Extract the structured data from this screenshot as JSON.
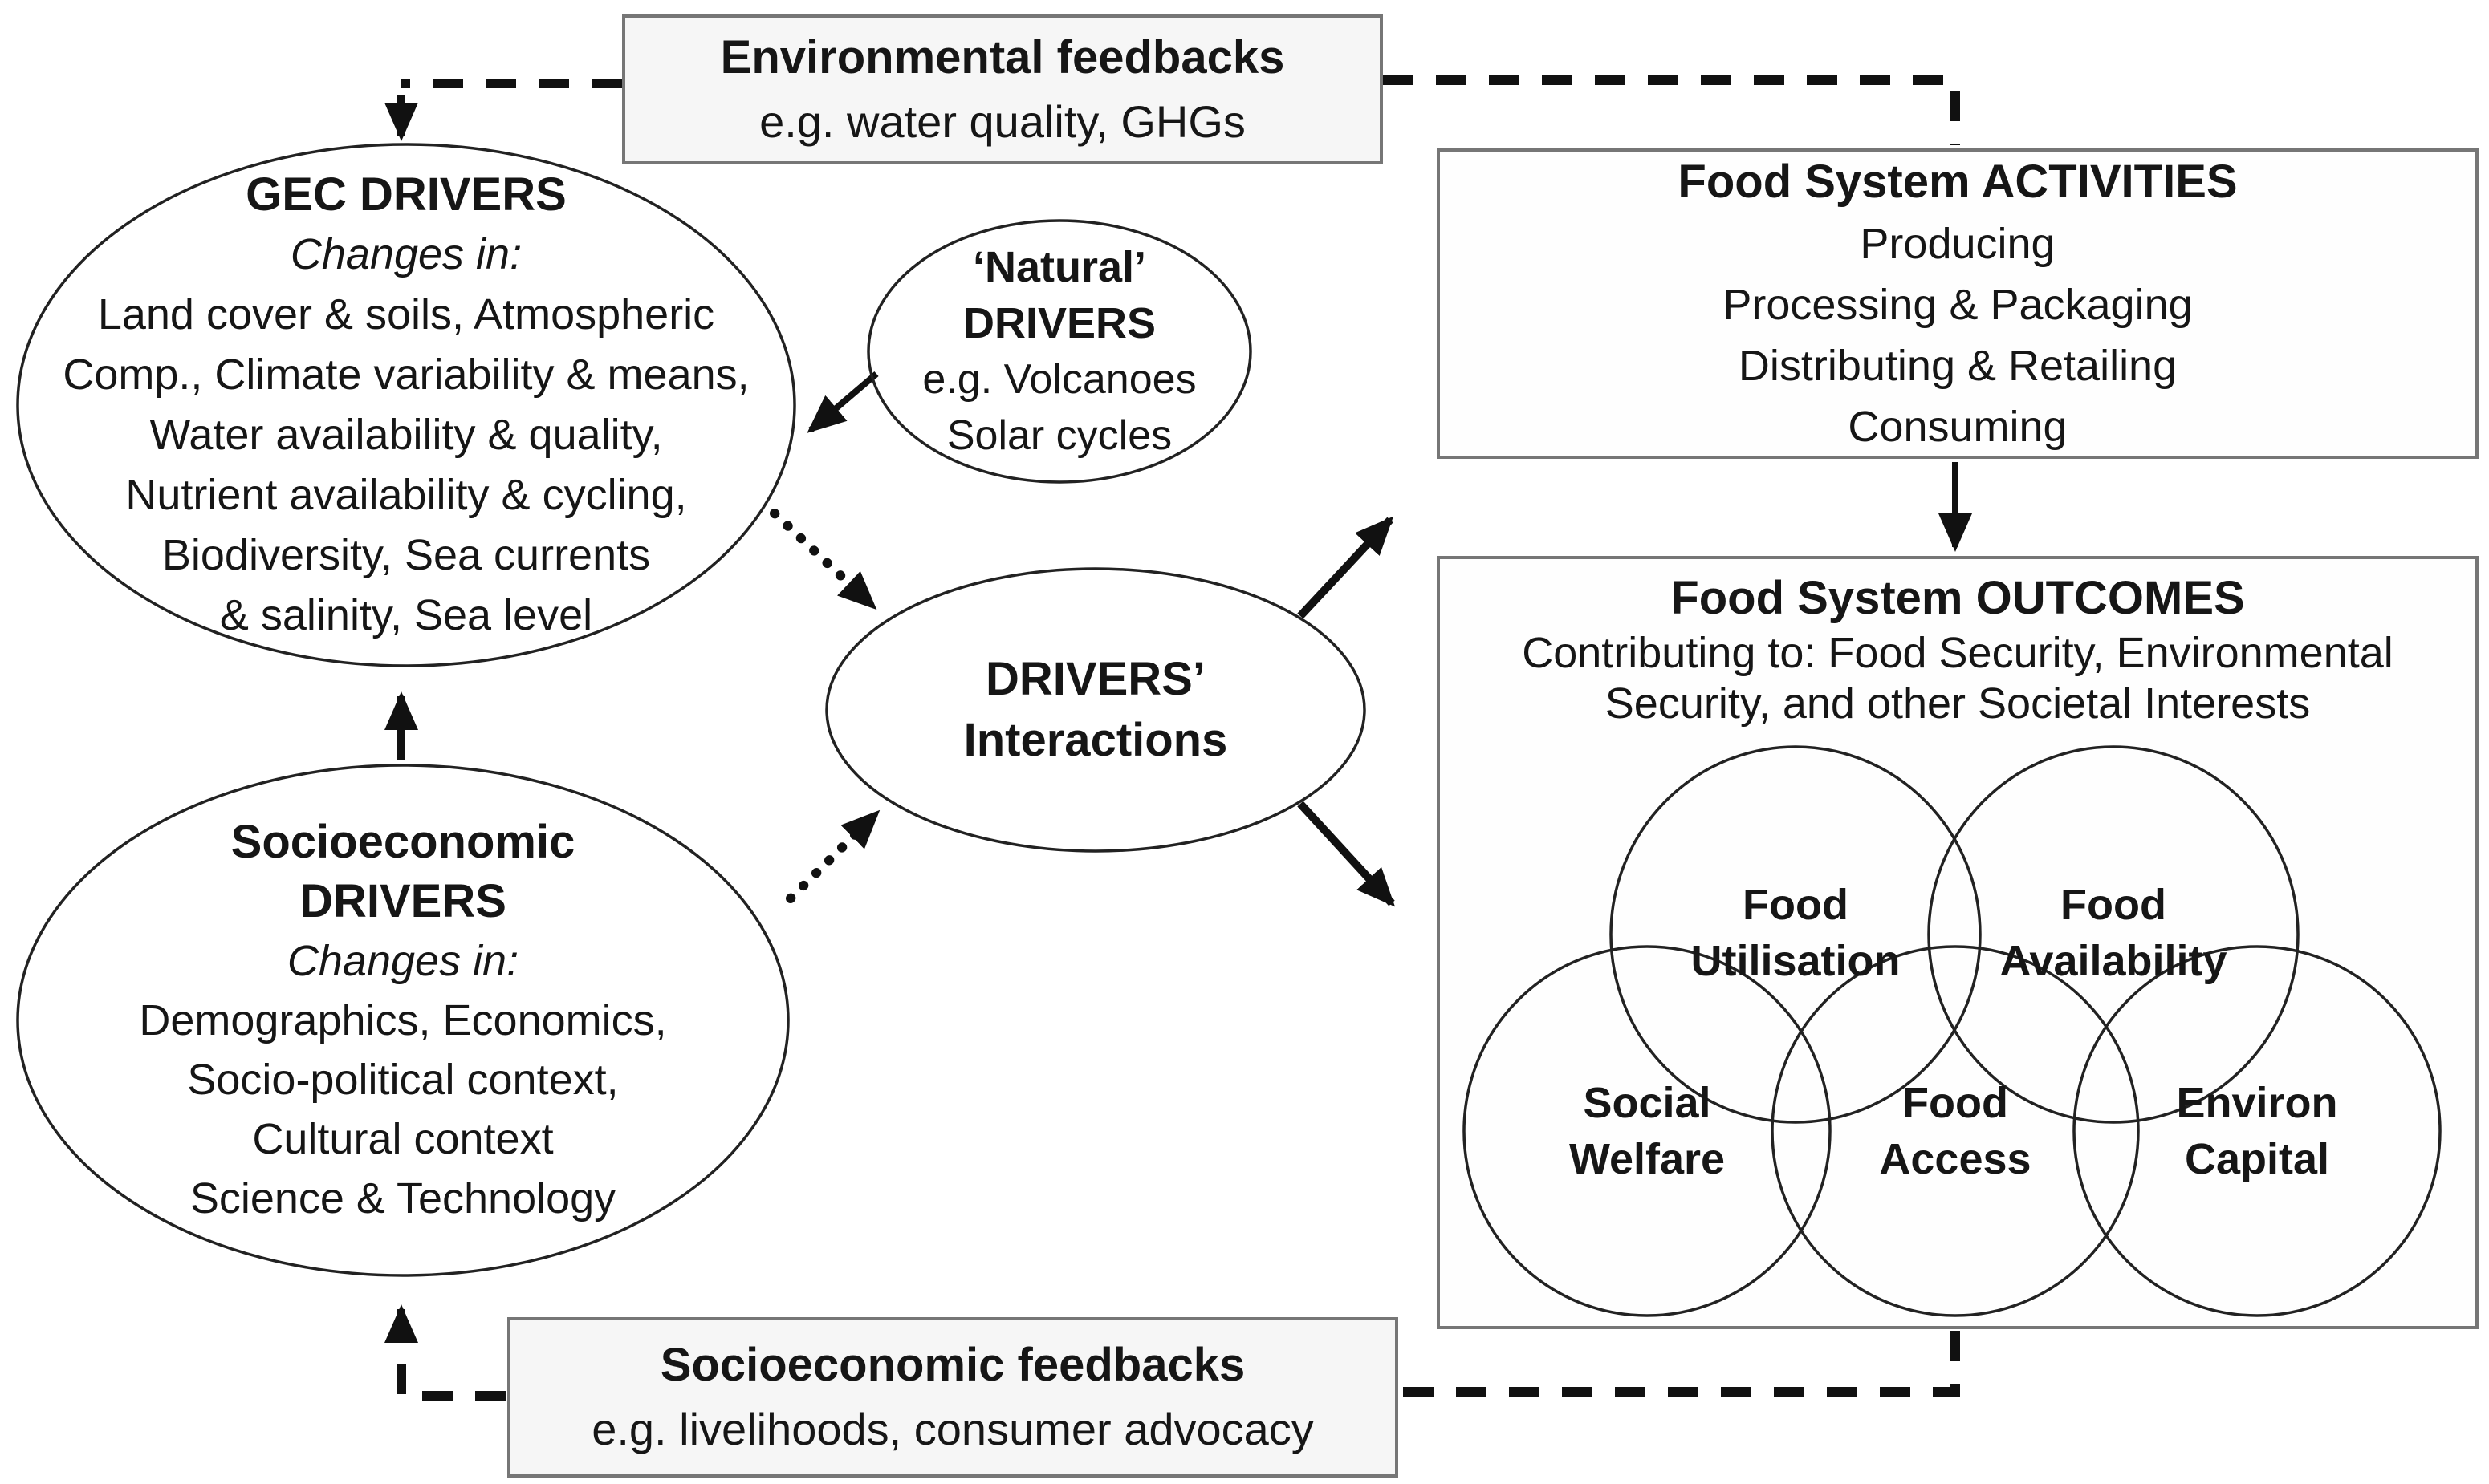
{
  "colors": {
    "ink": "#161616",
    "connector": "#111111",
    "box_border": "#767676",
    "feedback_fill": "#f6f6f6",
    "panel_fill": "#fefefe"
  },
  "env_feedbacks": {
    "title": "Environmental feedbacks",
    "example": "e.g. water quality, GHGs"
  },
  "gec_drivers": {
    "title": "GEC DRIVERS",
    "subtitle": "Changes in:",
    "lines": [
      "Land cover & soils, Atmospheric",
      "Comp., Climate variability & means,",
      "Water availability & quality,",
      "Nutrient availability & cycling,",
      "Biodiversity, Sea currents",
      "& salinity, Sea level"
    ]
  },
  "natural_drivers": {
    "title_line1": "‘Natural’",
    "title_line2": "DRIVERS",
    "lines": [
      "e.g. Volcanoes",
      "Solar cycles"
    ]
  },
  "drivers_interactions": {
    "line1": "DRIVERS’",
    "line2": "Interactions"
  },
  "socioeconomic_drivers": {
    "title_line1": "Socioeconomic",
    "title_line2": "DRIVERS",
    "subtitle": "Changes in:",
    "lines": [
      "Demographics, Economics,",
      "Socio-political context,",
      "Cultural context",
      "Science & Technology"
    ]
  },
  "food_system_activities": {
    "title": "Food System ACTIVITIES",
    "items": [
      "Producing",
      "Processing & Packaging",
      "Distributing & Retailing",
      "Consuming"
    ]
  },
  "food_system_outcomes": {
    "title": "Food  System OUTCOMES",
    "subtitle_lines": [
      "Contributing to: Food Security, Environmental",
      "Security, and other Societal Interests"
    ],
    "circles": [
      {
        "line1": "Food",
        "line2": "Utilisation"
      },
      {
        "line1": "Food",
        "line2": "Availability"
      },
      {
        "line1": "Social",
        "line2": "Welfare"
      },
      {
        "line1": "Food",
        "line2": "Access"
      },
      {
        "line1": "Environ",
        "line2": "Capital"
      }
    ]
  },
  "socio_feedbacks": {
    "title": "Socioeconomic feedbacks",
    "example": "e.g. livelihoods, consumer advocacy"
  }
}
